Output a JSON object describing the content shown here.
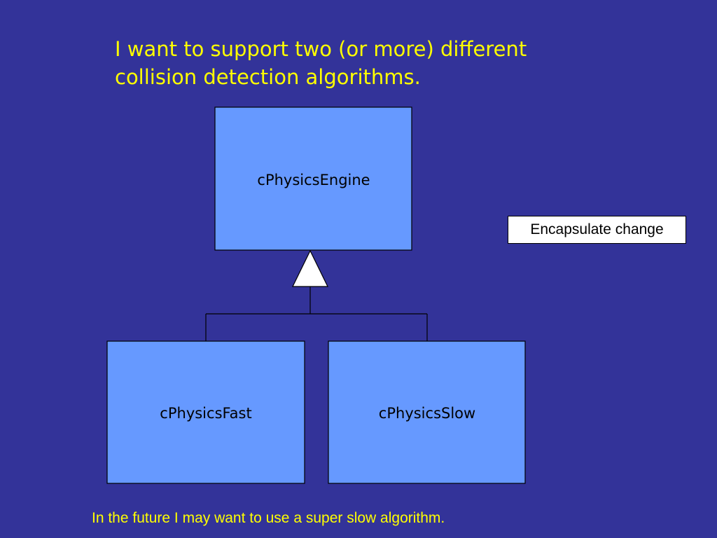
{
  "slide": {
    "title_lines": [
      "I want to support two (or more) different",
      "collision detection algorithms."
    ],
    "callout": "Encapsulate change",
    "footnote": "In the future I may want to use a super slow algorithm."
  },
  "diagram": {
    "type": "uml-class-inheritance",
    "parent": {
      "name": "cPhysicsEngine"
    },
    "children": [
      {
        "name": "cPhysicsFast"
      },
      {
        "name": "cPhysicsSlow"
      }
    ],
    "relationship": "generalization"
  },
  "colors": {
    "background": "#333399",
    "title_text": "#ffff00",
    "class_box_fill": "#6699ff",
    "class_box_stroke": "#000000",
    "callout_fill": "#ffffff",
    "arrowhead_fill": "#ffffff"
  }
}
